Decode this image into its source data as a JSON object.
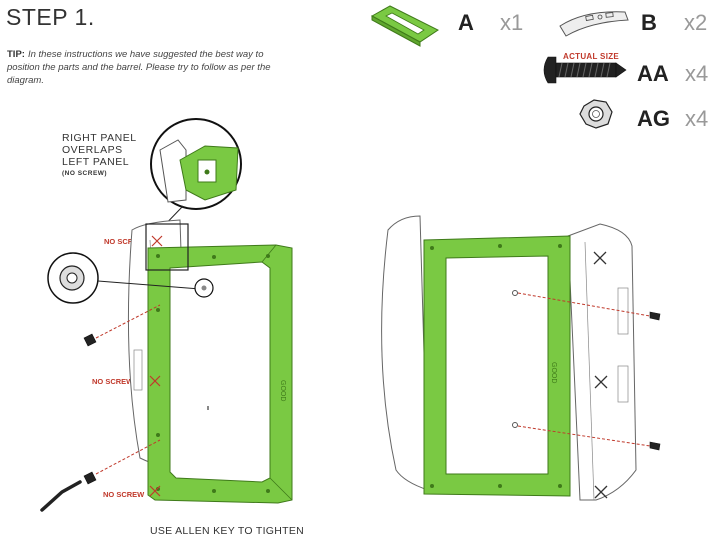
{
  "title": "STEP 1.",
  "tip": {
    "label": "TIP:",
    "text": "In these instructions we have suggested the best way to position the parts and the barrel. Please try to follow as per the diagram."
  },
  "parts": [
    {
      "letter": "A",
      "qty": "x1"
    },
    {
      "letter": "B",
      "qty": "x2"
    },
    {
      "letter": "AA",
      "qty": "x4",
      "note": "ACTUAL SIZE"
    },
    {
      "letter": "AG",
      "qty": "x4"
    }
  ],
  "callout": {
    "lines": [
      "RIGHT PANEL",
      "OVERLAPS",
      "LEFT PANEL"
    ],
    "sub": "(NO SCREW)"
  },
  "no_screw_label": "NO SCREW",
  "allen_caption": "USE ALLEN KEY TO TIGHTEN",
  "colors": {
    "green": "#7ac943",
    "green_dark": "#4d8a1f",
    "red": "#c0392b",
    "line": "#555555"
  }
}
